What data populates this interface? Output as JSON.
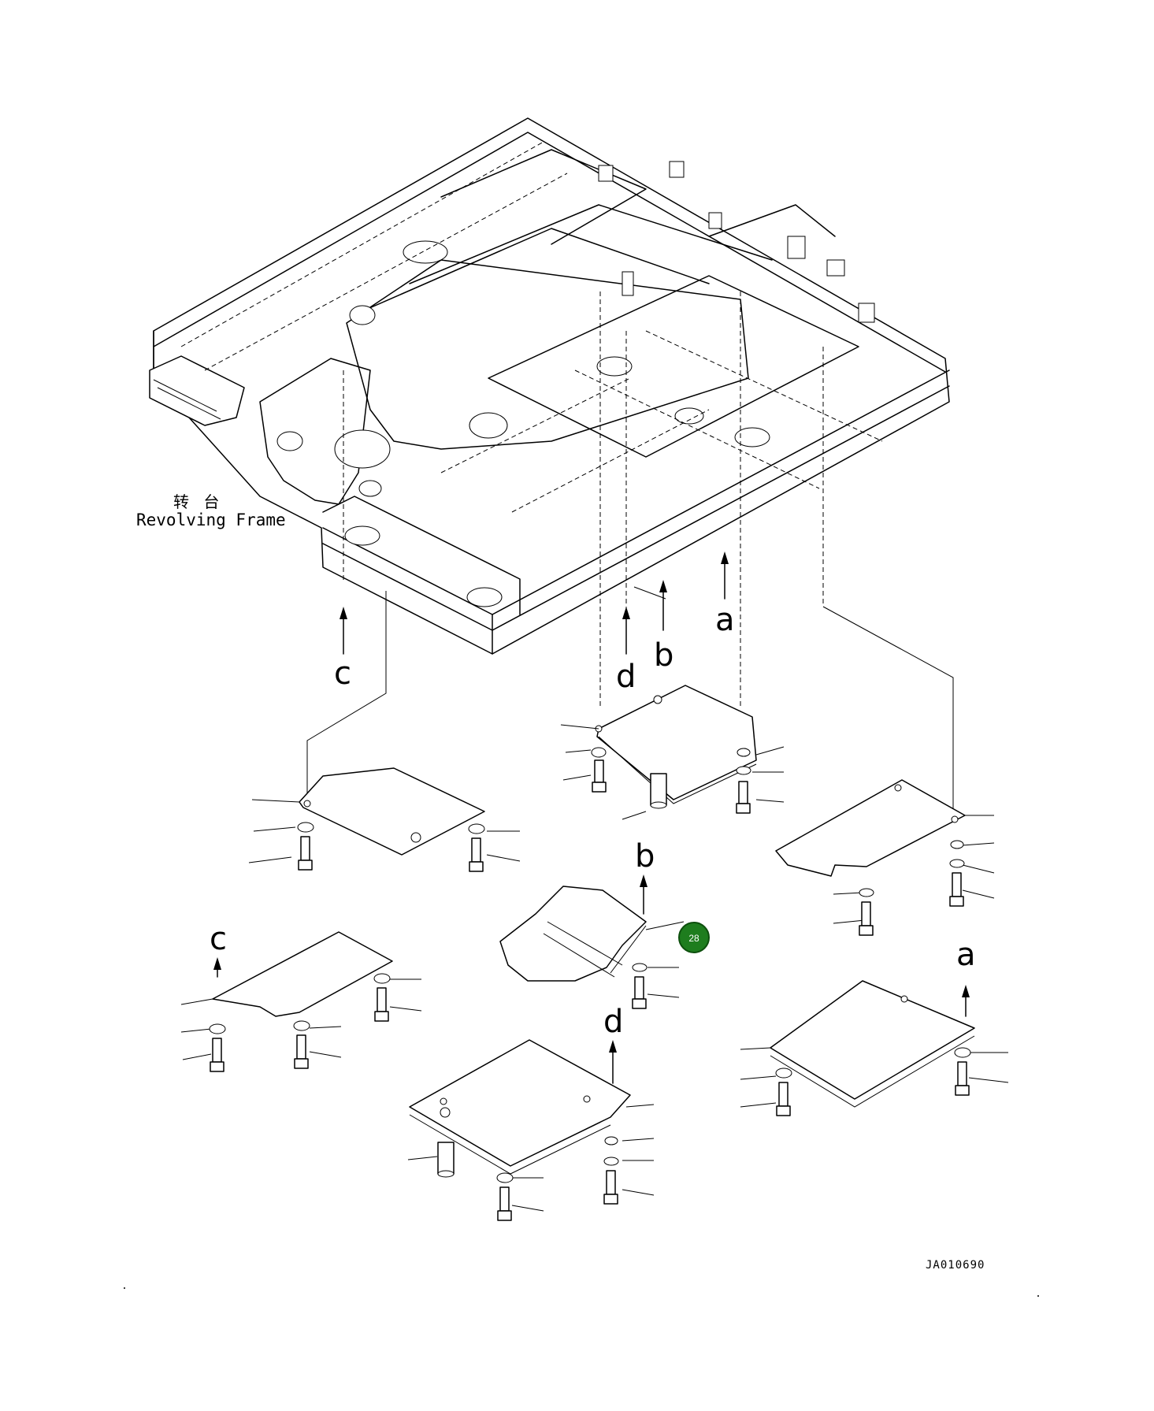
{
  "frame_label": {
    "cn": "转 台",
    "en": "Revolving Frame"
  },
  "callouts": [
    "a",
    "b",
    "c",
    "d"
  ],
  "part_badge": {
    "number": "28",
    "color": "#1e7d1e"
  },
  "drawing_code": "JA010690"
}
